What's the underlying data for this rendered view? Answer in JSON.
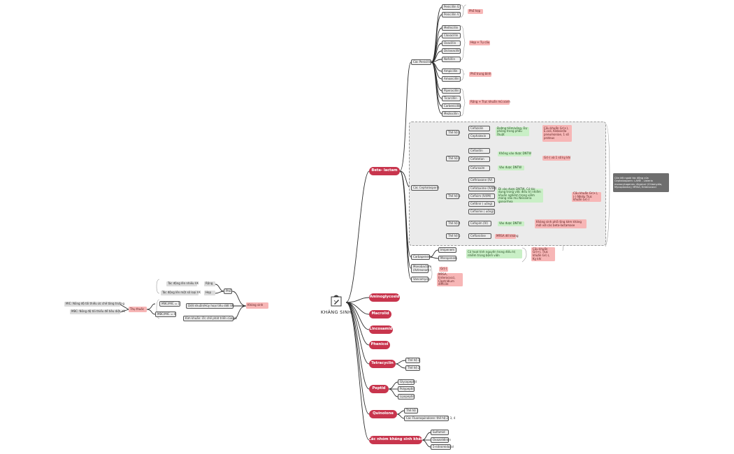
{
  "center": {
    "title": "KHÁNG SINH"
  },
  "branches": {
    "beta_lactam": "Beta- lactam",
    "aminoglycosid": "Aminoglycosid",
    "macrolid": "Macrolid",
    "lincosamid": "Lincosamid",
    "phenicol": "Phenicol",
    "tetracyclin": "Tetracyclin",
    "peptid": "Peptid",
    "quinolone": "Quinolone",
    "other": "Các nhóm kháng sinh khác"
  },
  "penicillin": {
    "label": "Các Penicillin",
    "g1": [
      "Penicillin G",
      "Penicillin V"
    ],
    "g1_note": "Phổ hẹp",
    "g2": [
      "Methicillin",
      "Cloxacillin",
      "Oxacillin",
      "Dicloxacillin",
      "Nafcillin"
    ],
    "g2_note": "Hẹp + Tụ cầu",
    "g3": [
      "Ampicillin",
      "Amoxicillin"
    ],
    "g3_note": "Phổ trung bình",
    "g4": [
      "Piperacillin",
      "Ticarcillin",
      "Carbenicillin",
      "Mezlocillin"
    ],
    "g4_note": "Rộng + Trực khuẩn mủ xanh"
  },
  "cephalosporin": {
    "label": "Các Cephalosporin",
    "gen1": "Thế hệ 1",
    "gen1_drugs": [
      "Cefazolin",
      "Cephalexin"
    ],
    "gen1_note": "Đường tiêm/uống, Dự phòng trong phẫu thuật",
    "gen2": "Thế hệ 2",
    "gen2_drugs": [
      "Cefoxitin",
      "Cefotetan",
      "Cefuroxim"
    ],
    "gen2_note_a": "Không vào được DNTW",
    "gen2_note_b": "Vào được DNTW",
    "gen123_note": "Cầu khuẩn Gr(+), E.coli, Klebsiella pneumoniae, 1 số proteus",
    "gen12_note": "Gr(-) và 1 số kỵ khí",
    "gen3": "Thế hệ 3",
    "gen3_drugs": [
      "Ceftriaxone (IV)",
      "Cefotaxime (IV/IM)",
      "Cefixim (IV/IM)",
      "Cefdinir ( uống)",
      "Cefixime ( uống)"
    ],
    "gen3_note": "Đi vào được DNTW, Có tác dụng trong việc điều trị nhiễm khuẩn nghiêm trọng viêm màng não mủ Neisseria gonorrhea",
    "gen3_side": "Cầu khuẩn Gr(+), (-) Nhiều Trực khuẩn Gr(-)",
    "gen4": "Thế hệ 4",
    "gen4_drug": "Cefepim (IV)",
    "gen4_note": "Vào được DNTW",
    "gen4_side": "Kháng sinh phổ rộng kèm kháng mới với các beta-lactamase",
    "gen5": "Thế hệ 5",
    "gen5_drug": "Ceftaroline",
    "gen5_note": "MRSA đề kháng",
    "panel_note": "Còn tất ngoài tác động của Cephalosporin: LAME - Listeria monocytogenes; Atypical (Chlamydia, Mycoplasma); MRSA; Enterococci"
  },
  "carbapenem": {
    "label": "Carbapenem",
    "drugs": [
      "Imipenem",
      "Meropenem"
    ],
    "note": "Có hoạt tính nguyên trong điều trị nhiễm trùng bệnh viện",
    "side": "Cầu khuẩn Gr(+), Trực khuẩn Gr(-), Kỵ khí"
  },
  "monobactam": {
    "label": "Monobactam (Aztreonam)",
    "note": "Gr(-)"
  },
  "vancomycin": {
    "label": "Vancomycin",
    "note": "MRSA, Enterococci, Clostridium difficile"
  },
  "tetracyclin_items": [
    "Thế hệ 1",
    "Thế hệ 2"
  ],
  "peptid_items": [
    "Glycopeptid",
    "Polypeptid",
    "Lipopeptid"
  ],
  "quinolone_items": [
    "Thế hệ 1",
    "Các Fluoroquinolone: thế hệ 2, 3, 4"
  ],
  "other_items": [
    "Sulfamid",
    "Oxazolidinon",
    "5-nitroimidazol"
  ],
  "left": {
    "root": "Kháng sinh",
    "top_a": "Tác động lên nhiều VK",
    "top_a_val": "Rộng",
    "top_b": "Tác động lên một số loại VK",
    "top_b_val": "Hẹp",
    "pho": "Phổ",
    "mic_a": "MBC/MIC = 1",
    "mic_a_val": "Diệt khuẩn/Hủy hoại tiêu diệt VK",
    "mic_b": "MBC/MIC = 4",
    "mic_b_val": "Kìm khuẩn: Ức chế phát triển của VK",
    "td": "Thụ thuốc",
    "far_a": "MIC: Nồng độ tối thiểu ức chế tăng trưởng",
    "far_b": "MBC: Nồng độ tối thiểu để tiêu diệt VK"
  }
}
